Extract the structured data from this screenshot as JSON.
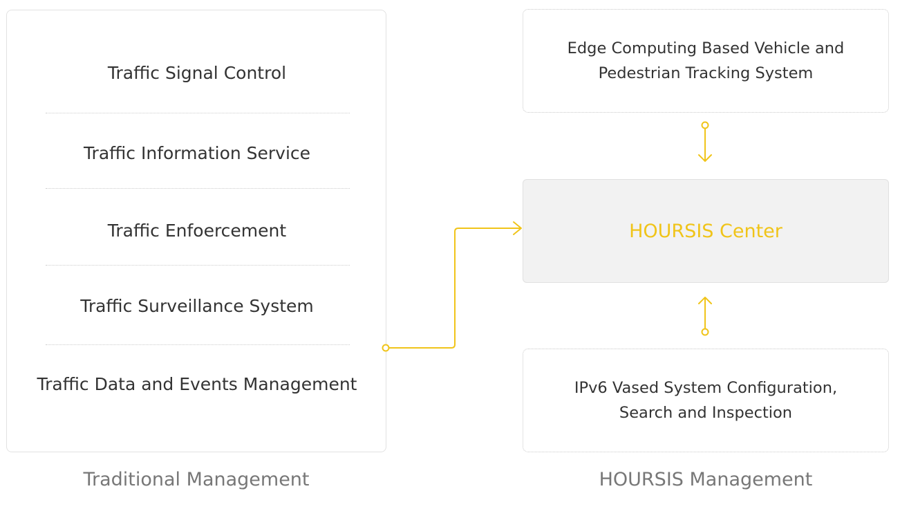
{
  "traditional": {
    "items": [
      "Traffic Signal Control",
      "Traffic Information Service",
      "Traffic Enfoercement",
      "Traffic Surveillance System",
      "Traffic Data and Events Management"
    ],
    "caption": "Traditional Management"
  },
  "hoursis": {
    "edge_box": {
      "line1": "Edge Computing Based Vehicle and",
      "line2": "Pedestrian Tracking System"
    },
    "center_label": "HOURSIS Center",
    "ipv6_box": {
      "line1": "IPv6 Vased System Configuration,",
      "line2": "Search and Inspection"
    },
    "caption": "HOURSIS Management"
  },
  "colors": {
    "accent": "#f0c419",
    "text": "#333333",
    "caption": "#777777",
    "center_fill": "#f2f2f2"
  }
}
